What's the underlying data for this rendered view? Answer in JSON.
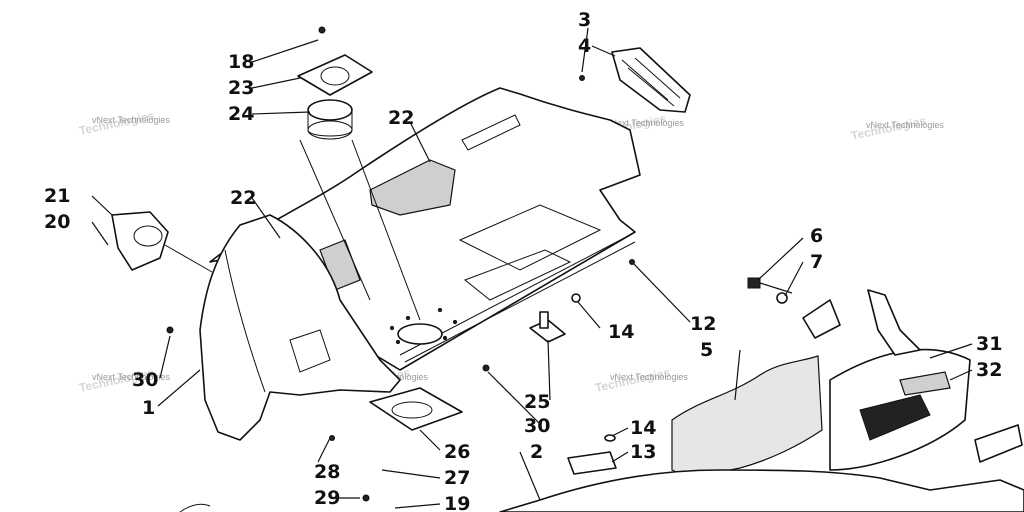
{
  "watermark": "vNext Technologies",
  "callouts": [
    {
      "id": "c18",
      "label": "18"
    },
    {
      "id": "c23",
      "label": "23"
    },
    {
      "id": "c24",
      "label": "24"
    },
    {
      "id": "c22a",
      "label": "22"
    },
    {
      "id": "c22b",
      "label": "22"
    },
    {
      "id": "c21",
      "label": "21"
    },
    {
      "id": "c20",
      "label": "20"
    },
    {
      "id": "c3",
      "label": "3"
    },
    {
      "id": "c4",
      "label": "4"
    },
    {
      "id": "c6",
      "label": "6"
    },
    {
      "id": "c7",
      "label": "7"
    },
    {
      "id": "c12",
      "label": "12"
    },
    {
      "id": "c14a",
      "label": "14"
    },
    {
      "id": "c5",
      "label": "5"
    },
    {
      "id": "c31",
      "label": "31"
    },
    {
      "id": "c32",
      "label": "32"
    },
    {
      "id": "c30a",
      "label": "30"
    },
    {
      "id": "c1",
      "label": "1"
    },
    {
      "id": "c25",
      "label": "25"
    },
    {
      "id": "c30b",
      "label": "30"
    },
    {
      "id": "c14b",
      "label": "14"
    },
    {
      "id": "c13",
      "label": "13"
    },
    {
      "id": "c2",
      "label": "2"
    },
    {
      "id": "c26",
      "label": "26"
    },
    {
      "id": "c27",
      "label": "27"
    },
    {
      "id": "c28",
      "label": "28"
    },
    {
      "id": "c29",
      "label": "29"
    },
    {
      "id": "c19",
      "label": "19"
    }
  ]
}
